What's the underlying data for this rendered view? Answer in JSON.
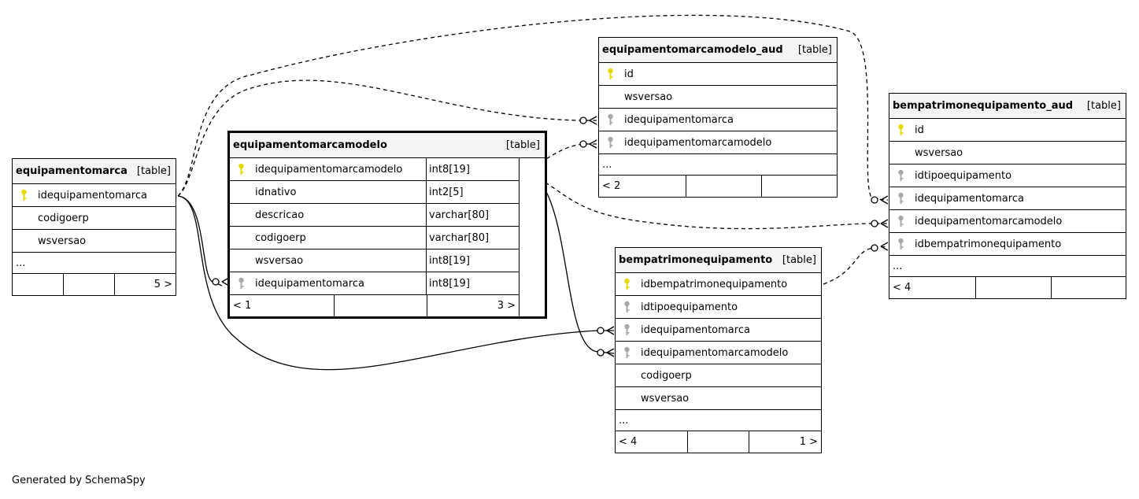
{
  "colors": {
    "pk_key": "#e6d800",
    "fk_key": "#a8a8a8",
    "header_bg": "#f4f4f4",
    "line": "#000000"
  },
  "credit": "Generated by SchemaSpy",
  "tables": {
    "equipamentomarca": {
      "name": "equipamentomarca",
      "kind": "[table]",
      "columns": [
        {
          "name": "idequipamentomarca",
          "key": "pk"
        },
        {
          "name": "codigoerp",
          "key": ""
        },
        {
          "name": "wsversao",
          "key": ""
        }
      ],
      "more": "...",
      "footer": [
        "",
        "",
        "5 >"
      ]
    },
    "equipamentomarcamodelo": {
      "name": "equipamentomarcamodelo",
      "kind": "[table]",
      "columns": [
        {
          "name": "idequipamentomarcamodelo",
          "type": "int8[19]",
          "key": "pk"
        },
        {
          "name": "idnativo",
          "type": "int2[5]",
          "key": ""
        },
        {
          "name": "descricao",
          "type": "varchar[80]",
          "key": ""
        },
        {
          "name": "codigoerp",
          "type": "varchar[80]",
          "key": ""
        },
        {
          "name": "wsversao",
          "type": "int8[19]",
          "key": ""
        },
        {
          "name": "idequipamentomarca",
          "type": "int8[19]",
          "key": "fk"
        }
      ],
      "footer": [
        "< 1",
        "",
        "3 >"
      ]
    },
    "equipamentomarcamodelo_aud": {
      "name": "equipamentomarcamodelo_aud",
      "kind": "[table]",
      "columns": [
        {
          "name": "id",
          "key": "pk"
        },
        {
          "name": "wsversao",
          "key": ""
        },
        {
          "name": "idequipamentomarca",
          "key": "fk"
        },
        {
          "name": "idequipamentomarcamodelo",
          "key": "fk"
        }
      ],
      "more": "...",
      "footer": [
        "< 2",
        "",
        ""
      ]
    },
    "bempatrimonequipamento": {
      "name": "bempatrimonequipamento",
      "kind": "[table]",
      "columns": [
        {
          "name": "idbempatrimonequipamento",
          "key": "pk"
        },
        {
          "name": "idtipoequipamento",
          "key": "fk"
        },
        {
          "name": "idequipamentomarca",
          "key": "fk"
        },
        {
          "name": "idequipamentomarcamodelo",
          "key": "fk"
        },
        {
          "name": "codigoerp",
          "key": ""
        },
        {
          "name": "wsversao",
          "key": ""
        }
      ],
      "more": "...",
      "footer": [
        "< 4",
        "",
        "1 >"
      ]
    },
    "bempatrimonequipamento_aud": {
      "name": "bempatrimonequipamento_aud",
      "kind": "[table]",
      "columns": [
        {
          "name": "id",
          "key": "pk"
        },
        {
          "name": "wsversao",
          "key": ""
        },
        {
          "name": "idtipoequipamento",
          "key": "fk"
        },
        {
          "name": "idequipamentomarca",
          "key": "fk"
        },
        {
          "name": "idequipamentomarcamodelo",
          "key": "fk"
        },
        {
          "name": "idbempatrimonequipamento",
          "key": "fk"
        }
      ],
      "more": "...",
      "footer": [
        "< 4",
        "",
        ""
      ]
    }
  },
  "relations": [
    {
      "from": "equipamentomarca.idequipamentomarca",
      "to": "equipamentomarcamodelo.idequipamentomarca",
      "style": "solid"
    },
    {
      "from": "equipamentomarca.idequipamentomarca",
      "to": "bempatrimonequipamento.idequipamentomarca",
      "style": "solid"
    },
    {
      "from": "equipamentomarcamodelo.idequipamentomarcamodelo",
      "to": "bempatrimonequipamento.idequipamentomarcamodelo",
      "style": "solid"
    },
    {
      "from": "equipamentomarca.idequipamentomarca",
      "to": "equipamentomarcamodelo_aud.idequipamentomarca",
      "style": "dashed"
    },
    {
      "from": "equipamentomarca.idequipamentomarca",
      "to": "bempatrimonequipamento_aud.idequipamentomarca",
      "style": "dashed"
    },
    {
      "from": "equipamentomarcamodelo.idequipamentomarcamodelo",
      "to": "equipamentomarcamodelo_aud.idequipamentomarcamodelo",
      "style": "dashed"
    },
    {
      "from": "equipamentomarcamodelo.idequipamentomarcamodelo",
      "to": "bempatrimonequipamento_aud.idequipamentomarcamodelo",
      "style": "dashed"
    },
    {
      "from": "bempatrimonequipamento.idbempatrimonequipamento",
      "to": "bempatrimonequipamento_aud.idbempatrimonequipamento",
      "style": "dashed"
    }
  ]
}
